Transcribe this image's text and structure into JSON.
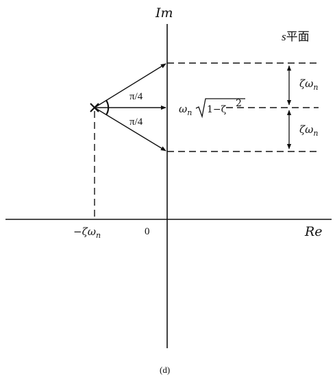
{
  "figure": {
    "imaginary_axis_label": "Im",
    "real_axis_label": "Re",
    "plane_label_s": "s",
    "plane_label_rest": "平面",
    "angle_upper": "π/4",
    "angle_lower": "π/4",
    "imag_part_prefix": "ω",
    "imag_part_sub": "n",
    "imag_part_radicand": "1−ζ",
    "imag_part_exp": "2",
    "zeta_omega_upper": "ζω",
    "zeta_omega_upper_sub": "n",
    "zeta_omega_lower": "ζω",
    "zeta_omega_lower_sub": "n",
    "neg_zeta_omega": "−ζω",
    "neg_zeta_omega_sub": "n",
    "origin": "0",
    "caption": "(d)"
  }
}
